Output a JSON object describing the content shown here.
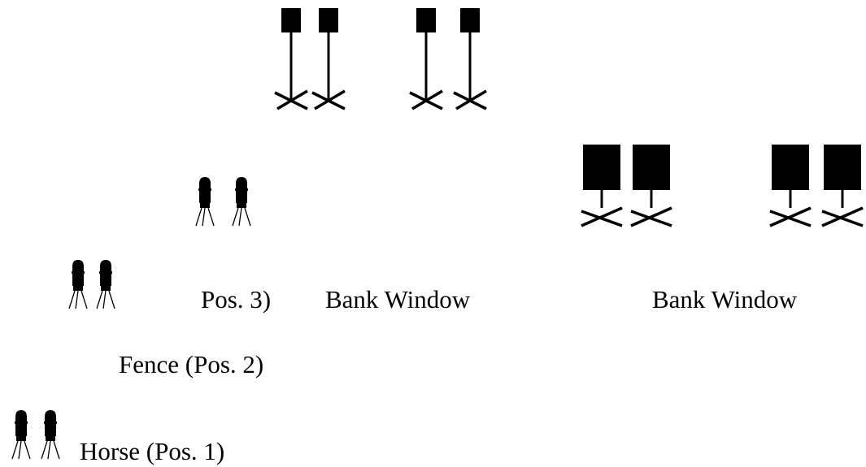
{
  "labels": {
    "pos3": "Pos. 3)",
    "bank_window_left": "Bank Window",
    "bank_window_right": "Bank Window",
    "fence": "Fence (Pos. 2)",
    "horse": "Horse (Pos. 1)"
  },
  "colors": {
    "ink": "#000000",
    "background": "#ffffff"
  }
}
